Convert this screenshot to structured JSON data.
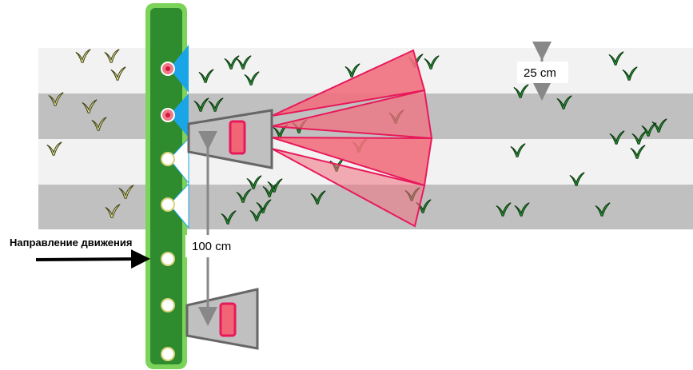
{
  "labels": {
    "row_spacing": "25 cm",
    "sensor_spacing": "100 cm",
    "direction": "Направление движения"
  },
  "colors": {
    "row_light": "#f2f2f2",
    "row_dark": "#c0c0c0",
    "boom_fill": "#2e8b2e",
    "boom_border": "#7cd35a",
    "nozzle_active": "#f07a88",
    "nozzle_inactive": "#ffffff",
    "spray_fan": "#1aa6e6",
    "camera_body": "#c0c0c0",
    "camera_lens": "#f06676",
    "fov_fill": "#f2707e",
    "fov_stroke": "#e8195a",
    "weed_green": "#2f9e3a",
    "crop_yellow": "#f0f0b0",
    "arrow": "#000000",
    "dimension": "#888888"
  },
  "nozzles": [
    {
      "state": "active",
      "spray": true
    },
    {
      "state": "active",
      "spray": true
    },
    {
      "state": "inactive",
      "spray": true
    },
    {
      "state": "inactive",
      "spray": true
    },
    {
      "state": "inactive",
      "spray": false
    },
    {
      "state": "inactive",
      "spray": false
    },
    {
      "state": "inactive",
      "spray": false
    }
  ],
  "icons": {
    "weed": "weed-sprout-icon",
    "crop": "crop-sprout-icon"
  }
}
